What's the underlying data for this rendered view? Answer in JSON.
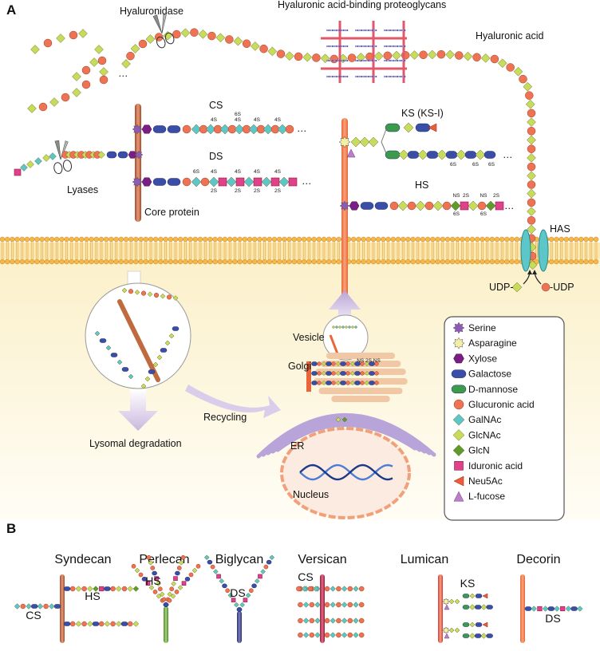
{
  "panels": {
    "a": "A",
    "b": "B"
  },
  "labels": {
    "hyaluronidase": "Hyaluronidase",
    "habp": "Hyaluronic acid-binding proteoglycans",
    "ha": "Hyaluronic acid",
    "cs": "CS",
    "ds": "DS",
    "ks": "KS (KS-I)",
    "hs": "HS",
    "lyases": "Lyases",
    "core": "Core protein",
    "has": "HAS",
    "udp1": "UDP-",
    "udp2": "-UDP",
    "vesicle": "Vesicle",
    "golgi": "Golgi",
    "er": "ER",
    "nucleus": "Nucleus",
    "recycling": "Recycling",
    "lyso": "Lysomal degradation"
  },
  "sulfation": {
    "cs_top": [
      "4S",
      "6S",
      "4S",
      "4S",
      "4S"
    ],
    "cs_top2": [
      "4S"
    ],
    "ds_top": [
      "6S",
      "4S",
      "4S",
      "4S"
    ],
    "ds_bottom": [
      "2S",
      "2S",
      "2S",
      "2S"
    ],
    "ks": [
      "6S",
      "6S",
      "6S"
    ],
    "hs_top": [
      "NS",
      "2S",
      "NS",
      "2S"
    ],
    "hs_bottom": [
      "6S",
      "6S"
    ]
  },
  "legend": [
    {
      "name": "Serine",
      "shape": "star",
      "color": "#8e5ab7"
    },
    {
      "name": "Asparagine",
      "shape": "star",
      "color": "#f3f0a4"
    },
    {
      "name": "Xylose",
      "shape": "hexagon",
      "color": "#7a1e86"
    },
    {
      "name": "Galactose",
      "shape": "pill",
      "color": "#3a4ea8"
    },
    {
      "name": "D-mannose",
      "shape": "pill",
      "color": "#3c9a4c"
    },
    {
      "name": "Glucuronic acid",
      "shape": "circle",
      "color": "#ee7354"
    },
    {
      "name": "GalNAc",
      "shape": "diamond",
      "color": "#5cc6c9"
    },
    {
      "name": "GlcNAc",
      "shape": "diamond",
      "color": "#c6dc5a"
    },
    {
      "name": "GlcN",
      "shape": "diamond",
      "color": "#5e9a2c"
    },
    {
      "name": "Iduronic acid",
      "shape": "square",
      "color": "#e0428a"
    },
    {
      "name": "Neu5Ac",
      "shape": "triangle-left",
      "color": "#ee5a3a"
    },
    {
      "name": "L-fucose",
      "shape": "triangle-up",
      "color": "#bb7fc9"
    }
  ],
  "proteoglycans": [
    {
      "name": "Syndecan",
      "chains": [
        "CS",
        "HS"
      ],
      "core_color": "#b95a3a"
    },
    {
      "name": "Perlecan",
      "chains": [
        "HS"
      ],
      "core_color": "#5f9a3a"
    },
    {
      "name": "Biglycan",
      "chains": [
        "DS"
      ],
      "core_color": "#3c3f86"
    },
    {
      "name": "Versican",
      "chains": [
        "CS"
      ],
      "core_color": "#b0264a"
    },
    {
      "name": "Lumican",
      "chains": [
        "KS"
      ],
      "core_color": "#e05542"
    },
    {
      "name": "Decorin",
      "chains": [
        "DS"
      ],
      "core_color": "#e8663a"
    }
  ]
}
